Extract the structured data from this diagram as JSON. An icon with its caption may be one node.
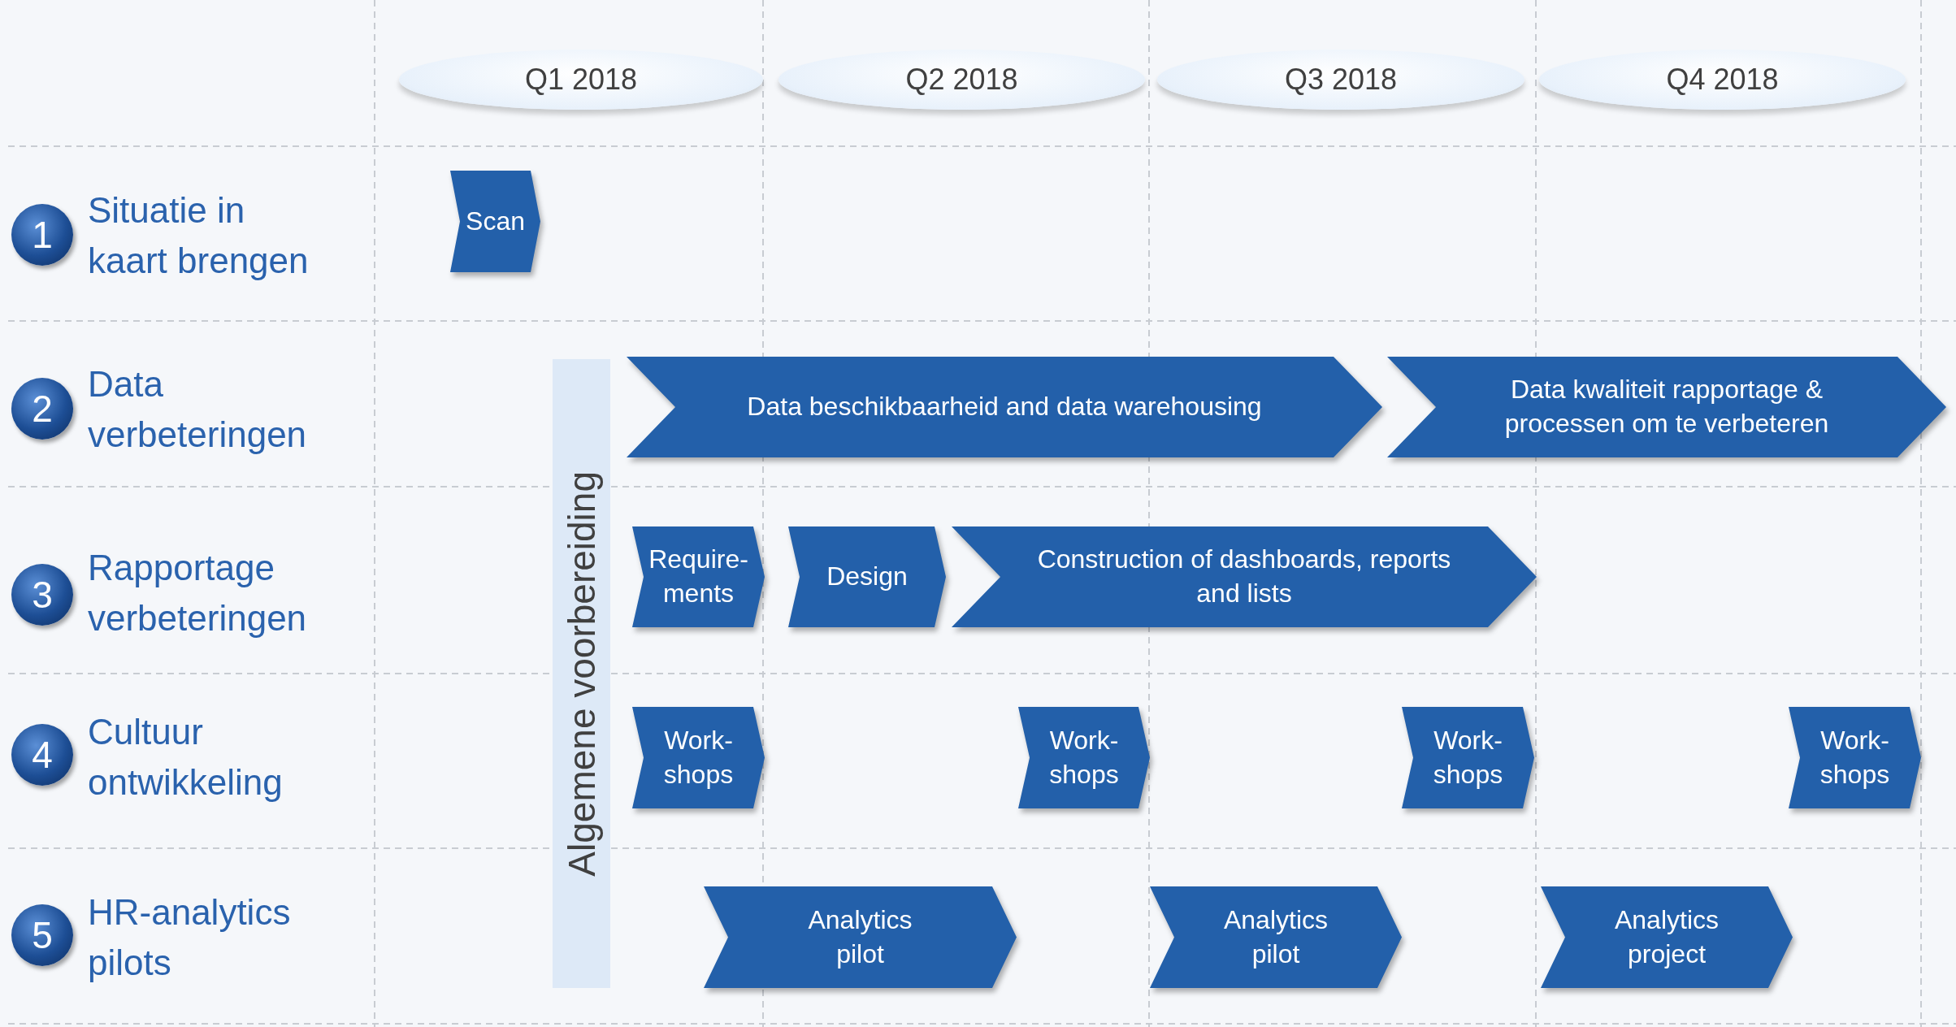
{
  "diagram": {
    "nodes": [
      {
        "text": [
          "Q1 2018"
        ]
      },
      {
        "text": [
          "Q2 2018"
        ]
      },
      {
        "text": [
          "Q3 2018"
        ]
      },
      {
        "text": [
          "Q4 2018"
        ]
      },
      {
        "text": [
          "1"
        ],
        "beside": [
          "Situatie in kaart brengen"
        ]
      },
      {
        "text": [
          "Scan"
        ]
      },
      {
        "text": [
          "2"
        ],
        "beside": [
          "Data verbeteringen"
        ]
      },
      {
        "text": [
          "Algemene voorbereiding"
        ]
      },
      {
        "text": [
          "Data beschikbaarheid and data warehousing"
        ]
      },
      {
        "text": [
          "Data kwaliteit rapportage & processen om te verbeteren"
        ]
      },
      {
        "text": [
          "3"
        ],
        "beside": [
          "Rapportage verbeteringen"
        ]
      },
      {
        "text": [
          "Require-ments"
        ]
      },
      {
        "text": [
          "Design"
        ]
      },
      {
        "text": [
          "Construction of dashboards, reports and lists"
        ]
      },
      {
        "text": [
          "4"
        ],
        "beside": [
          "Cultuur ontwikkeling"
        ]
      },
      {
        "text": [
          "Work-shops"
        ]
      },
      {
        "text": [
          "Work-shops"
        ]
      },
      {
        "text": [
          "Work-shops"
        ]
      },
      {
        "text": [
          "Work-shops"
        ]
      },
      {
        "text": [
          "5"
        ],
        "beside": [
          "HR-analytics pilots"
        ]
      },
      {
        "text": [
          "Analytics pilot"
        ]
      },
      {
        "text": [
          "Analytics pilot"
        ]
      },
      {
        "text": [
          "Analytics project"
        ]
      }
    ]
  }
}
